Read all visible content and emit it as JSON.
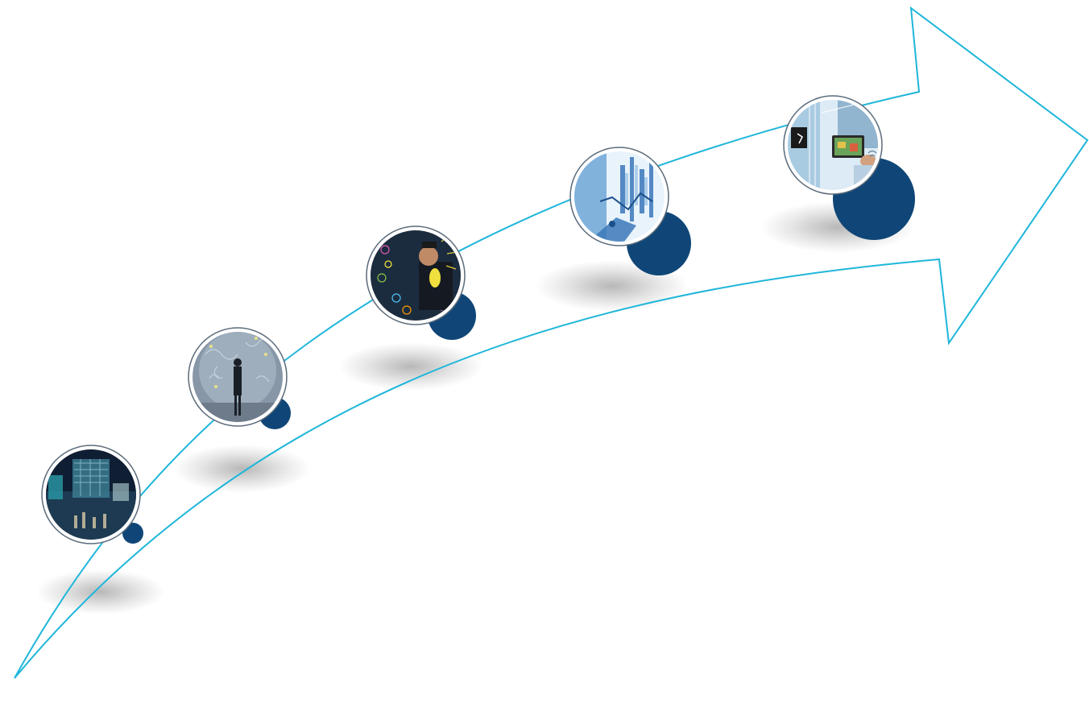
{
  "colors": {
    "arrow_outline": "#1fb6da",
    "accent_circle": "#0f4677",
    "photo_ring": "#ffffff",
    "photo_ring_outline": "#5b6b7a",
    "shadow": "#8a8a8a"
  },
  "steps": [
    {
      "icon": "tech-city-night-photo",
      "tone_a": "#0f1e33",
      "tone_b": "#3d7f95",
      "tone_c": "#b9d7d8"
    },
    {
      "icon": "businessman-with-question-marks-photo",
      "tone_a": "#3a4656",
      "tone_b": "#8797a8",
      "tone_c": "#c8d7e2"
    },
    {
      "icon": "man-drawing-lightbulbs-photo",
      "tone_a": "#0b1624",
      "tone_b": "#3c5574",
      "tone_c": "#f0df3d"
    },
    {
      "icon": "hand-touching-digital-graph-photo",
      "tone_a": "#6fa6d6",
      "tone_b": "#2f6fb7",
      "tone_c": "#e8f3fb"
    },
    {
      "icon": "tablet-smart-factory-photo",
      "tone_a": "#5f8fb5",
      "tone_b": "#a9cbe2",
      "tone_c": "#dcebf5"
    }
  ]
}
